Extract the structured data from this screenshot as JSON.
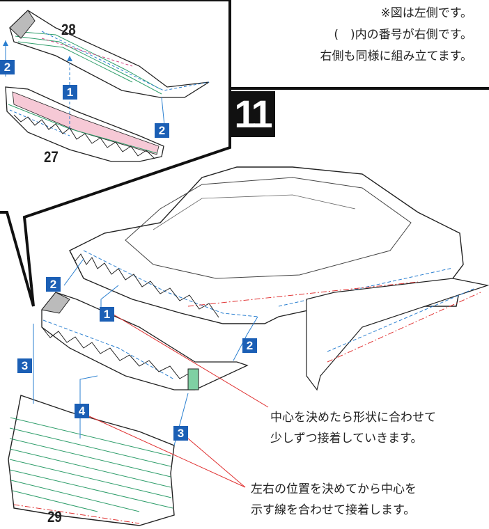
{
  "notes": [
    "※図は左側です。",
    "(　)内の番号が右側です。",
    "右側も同様に組み立てます。"
  ],
  "step_number": "11",
  "part_numbers": {
    "p28": "28",
    "p27": "27",
    "p29": "29"
  },
  "badges": {
    "b1": "1",
    "b2": "2",
    "b3": "3",
    "b4": "4"
  },
  "captions": {
    "c1_line1": "中心を決めたら形状に合わせて",
    "c1_line2": "少しずつ接着していきます。",
    "c2_line1": "左右の位置を決めてから中心を",
    "c2_line2": "示す線を合わせて接着します。"
  },
  "colors": {
    "badge": "#1b5fb5",
    "leader": "#e03030",
    "tab_pink": "#f6c9d6",
    "guide_green": "#2f9e6b",
    "guide_blue": "#2a7fd0"
  }
}
